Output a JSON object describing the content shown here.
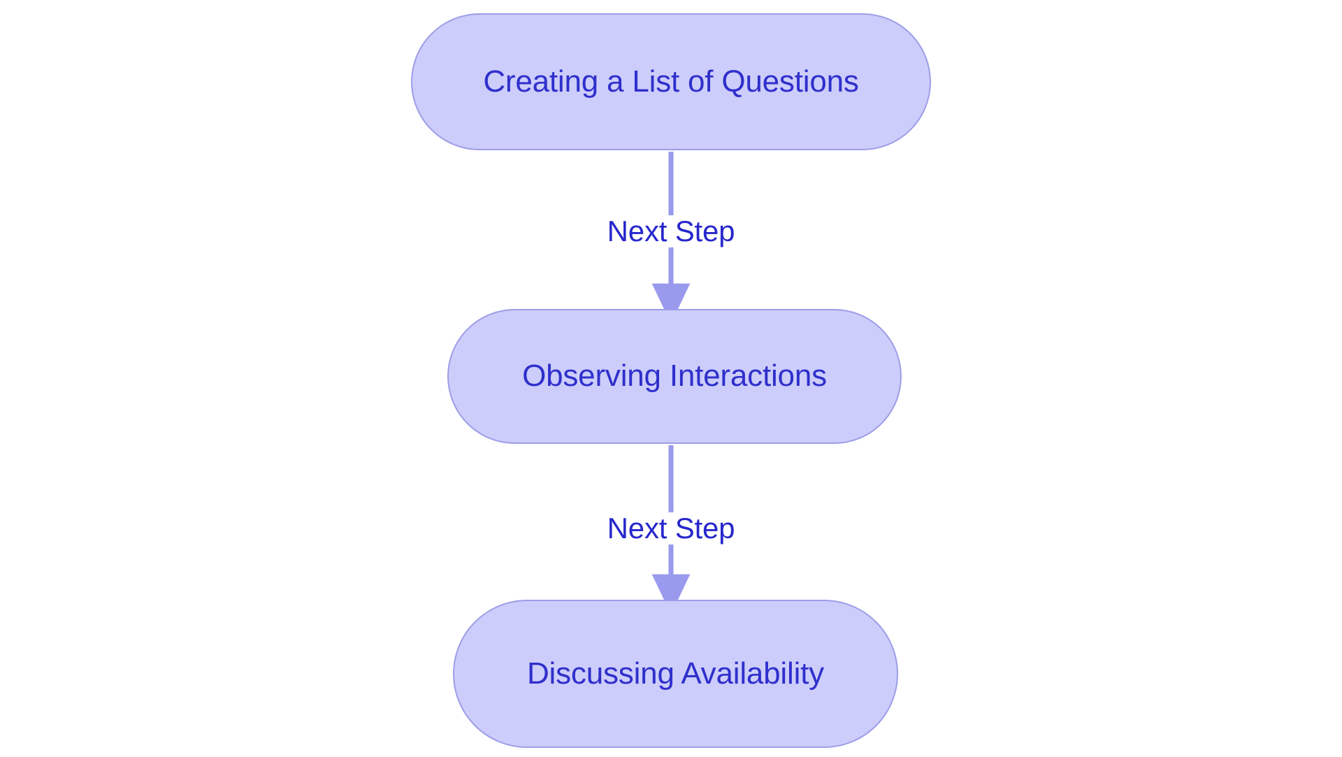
{
  "diagram": {
    "type": "flowchart",
    "orientation": "top-to-bottom",
    "title": "",
    "background_color": "#ffffff",
    "node_fill_color": "#cccdfa",
    "node_border_color": "#9d9de8",
    "node_text_color": "#2f2fcc",
    "edge_color": "#9999ee",
    "edge_label_color": "#2727cc",
    "nodes": [
      {
        "id": "n0",
        "label": "Creating a List of Questions",
        "shape": "stadium"
      },
      {
        "id": "n1",
        "label": "Observing Interactions",
        "shape": "stadium"
      },
      {
        "id": "n2",
        "label": "Discussing Availability",
        "shape": "stadium"
      }
    ],
    "edges": [
      {
        "from": "n0",
        "to": "n1",
        "label": "Next Step",
        "arrow": "filled-triangle"
      },
      {
        "from": "n1",
        "to": "n2",
        "label": "Next Step",
        "arrow": "filled-triangle"
      }
    ]
  }
}
